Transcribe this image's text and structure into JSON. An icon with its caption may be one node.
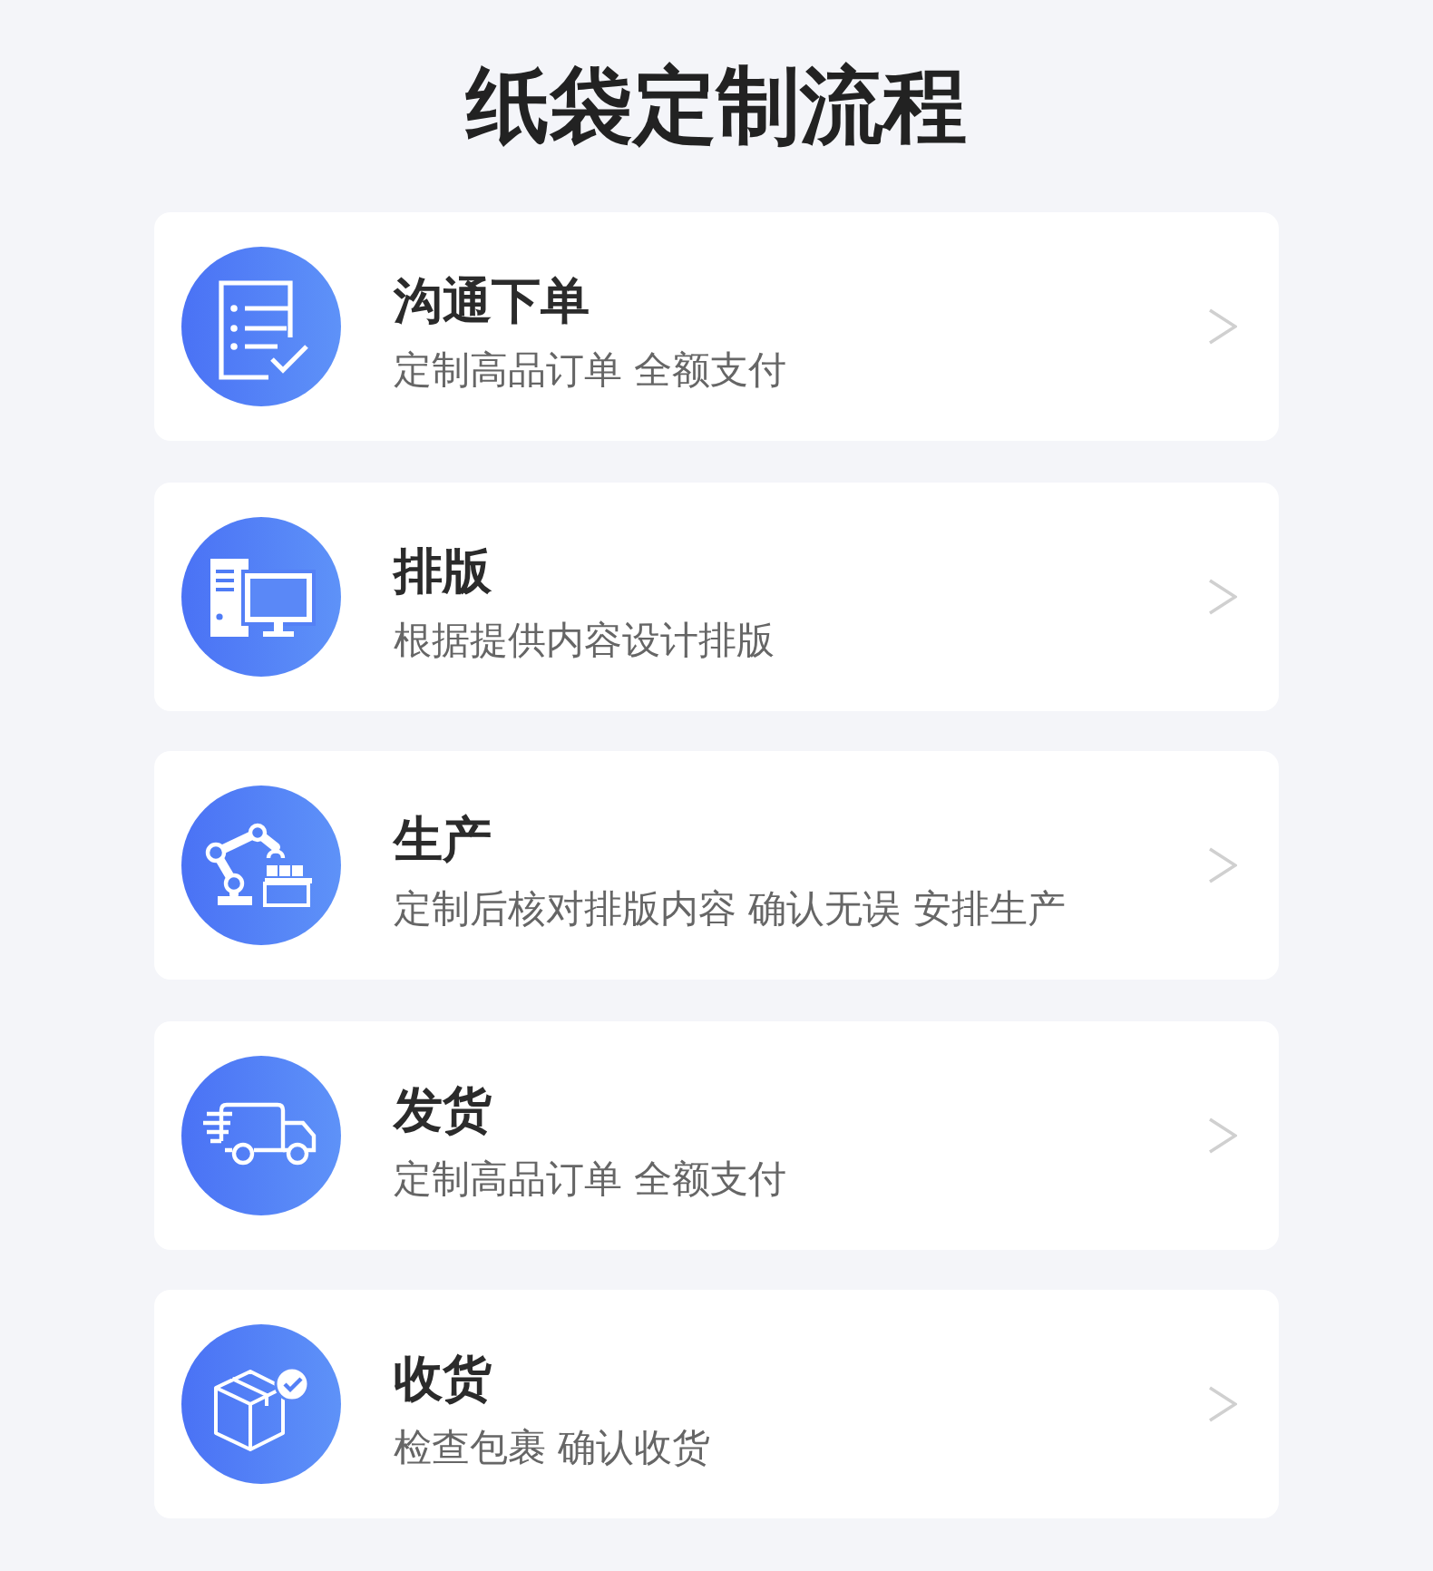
{
  "diagram": {
    "title": "纸袋定制流程",
    "nodes": [
      {
        "text": [
          "沟通下单",
          "定制高品订单 全额支付"
        ]
      },
      {
        "text": [
          "排版",
          "根据提供内容设计排版"
        ]
      },
      {
        "text": [
          "生产",
          "定制后核对排版内容 确认无误 安排生产"
        ]
      },
      {
        "text": [
          "发货",
          "定制高品订单 全额支付"
        ]
      },
      {
        "text": [
          "收货",
          "检查包裹 确认收货"
        ]
      }
    ]
  }
}
